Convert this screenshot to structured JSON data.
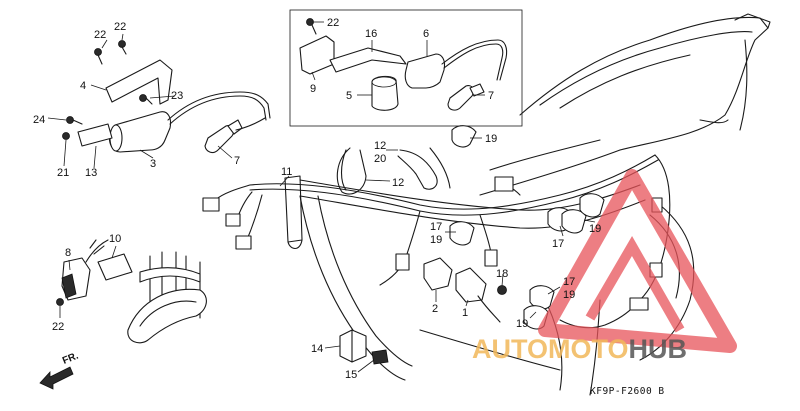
{
  "diagram": {
    "drawing_code": "KF9P-F2600 B",
    "front_indicator": "FR.",
    "callouts": {
      "c1": "1",
      "c2": "2",
      "c3": "3",
      "c4": "4",
      "c5": "5",
      "c6": "6",
      "c7a": "7",
      "c7b": "7",
      "c8": "8",
      "c9": "9",
      "c10": "10",
      "c11": "11",
      "c12a": "12",
      "c12b": "12",
      "c13": "13",
      "c14": "14",
      "c15": "15",
      "c16": "16",
      "c17a": "17",
      "c17b": "17",
      "c17c": "17",
      "c18": "18",
      "c19a": "19",
      "c19b": "19",
      "c19c": "19",
      "c19d": "19",
      "c19e": "19",
      "c20": "20",
      "c21": "21",
      "c22a": "22",
      "c22b": "22",
      "c22c": "22",
      "c22d": "22",
      "c23": "23",
      "c24": "24"
    }
  },
  "watermark": {
    "text_part1": "AUTOMOTO",
    "text_part2": "HUB",
    "color_primary": "#f2b85a",
    "color_secondary": "#555555",
    "logo_color": "#e8545a"
  }
}
